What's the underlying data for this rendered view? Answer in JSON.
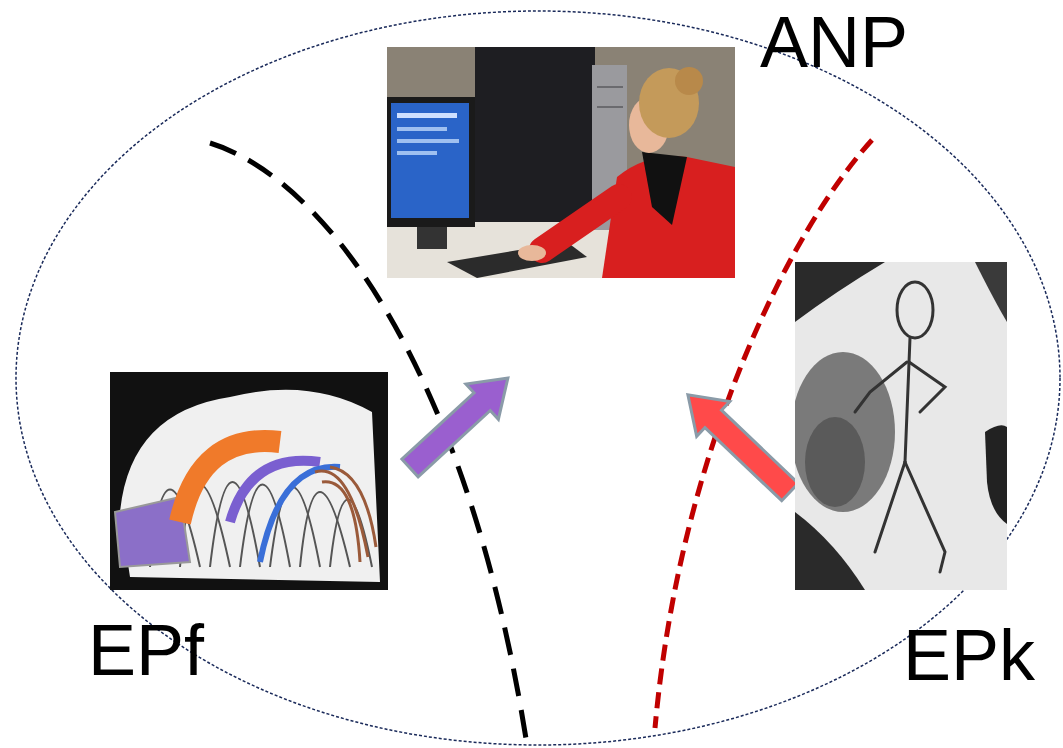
{
  "diagram": {
    "nodes": [
      {
        "text": [
          "ANP"
        ]
      },
      {
        "text": [
          "EPf"
        ]
      },
      {
        "text": [
          "EPk"
        ]
      }
    ]
  }
}
